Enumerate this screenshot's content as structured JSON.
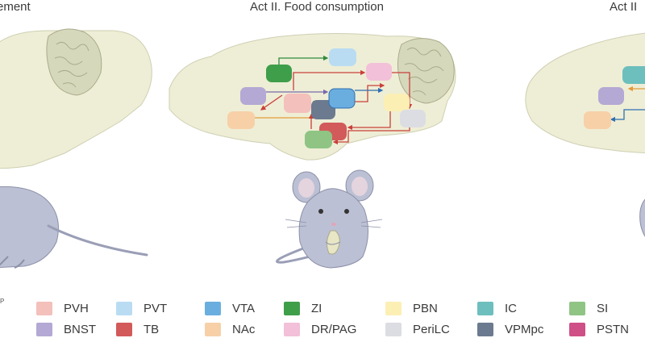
{
  "acts": {
    "left_partial": "ement",
    "center": "Act II. Food consumption",
    "right_partial": "Act II"
  },
  "corner_mark": "P",
  "legend": [
    {
      "label": "PVH",
      "color": "#f4c0bb"
    },
    {
      "label": "PVT",
      "color": "#b9dcf2"
    },
    {
      "label": "VTA",
      "color": "#6aaee0"
    },
    {
      "label": "ZI",
      "color": "#3f9e4a"
    },
    {
      "label": "PBN",
      "color": "#fbefb4"
    },
    {
      "label": "IC",
      "color": "#6dbfbe"
    },
    {
      "label": "SI",
      "color": "#8fc484"
    },
    {
      "label": "BNST",
      "color": "#b4a8d4"
    },
    {
      "label": "TB",
      "color": "#d25a5a"
    },
    {
      "label": "NAc",
      "color": "#f7d0a8"
    },
    {
      "label": "DR/PAG",
      "color": "#f2c0d8"
    },
    {
      "label": "PeriLC",
      "color": "#dcdde3"
    },
    {
      "label": "VPMpc",
      "color": "#6b7a8f"
    },
    {
      "label": "PSTN",
      "color": "#cf4f87"
    }
  ]
}
